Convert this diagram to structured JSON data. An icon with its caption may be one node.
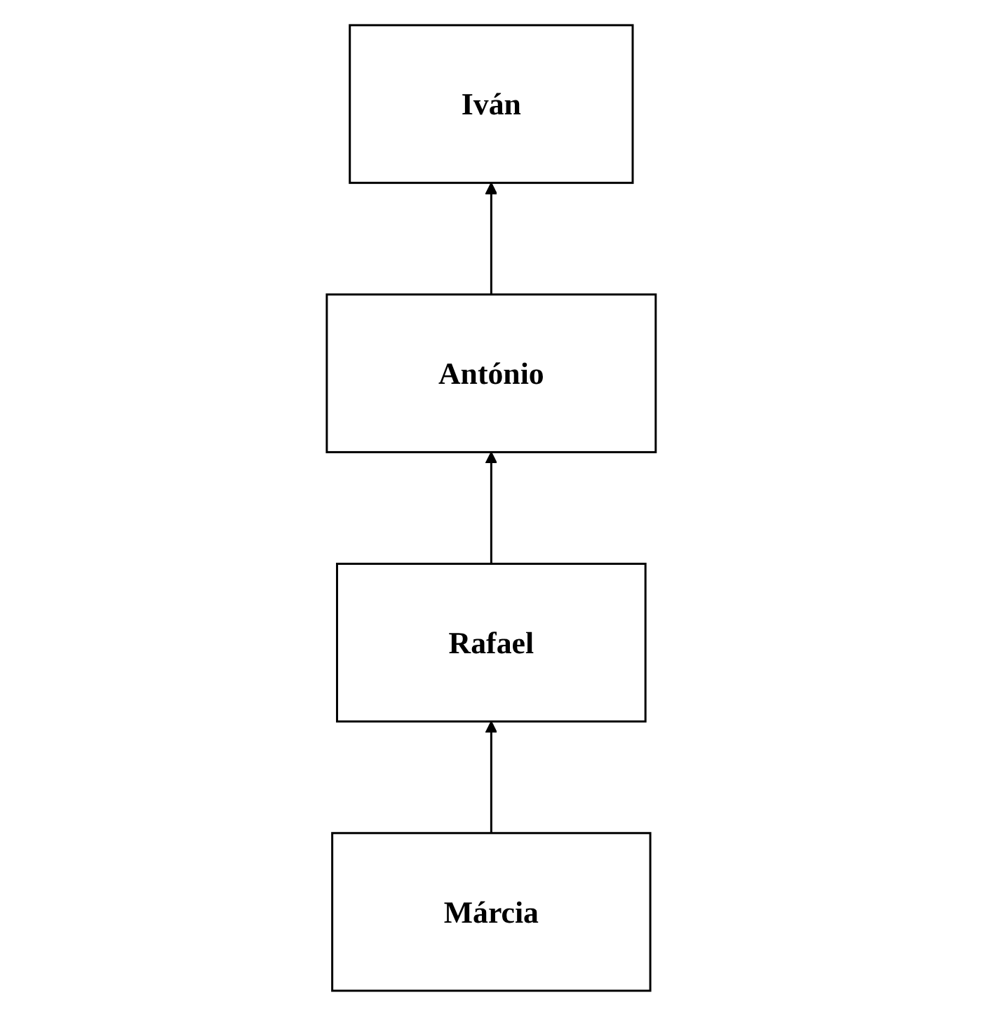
{
  "diagram": {
    "nodes": [
      {
        "text": [
          "Iván"
        ]
      },
      {
        "text": [
          "António"
        ]
      },
      {
        "text": [
          "Rafael"
        ]
      },
      {
        "text": [
          "Márcia"
        ]
      }
    ],
    "edges": [
      {
        "from": 1,
        "to": 0,
        "arrow": "to"
      },
      {
        "from": 2,
        "to": 1,
        "arrow": "to"
      },
      {
        "from": 3,
        "to": 2,
        "arrow": "to"
      }
    ]
  }
}
